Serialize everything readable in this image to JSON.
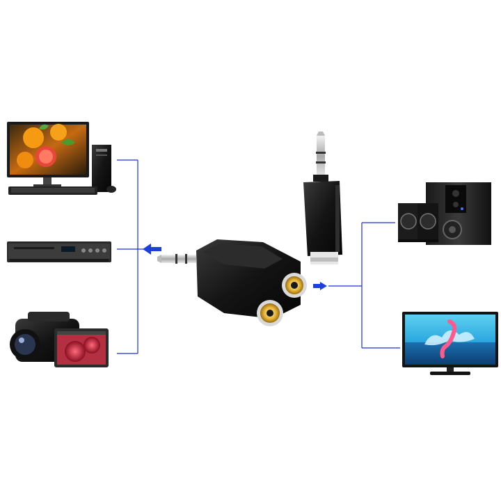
{
  "scene": {
    "description_free": true,
    "connector_color": "#1f2fd6",
    "arrow_color": "#1d3fe0",
    "devices_left": [
      {
        "name": "desktop-computer"
      },
      {
        "name": "dvd-player"
      },
      {
        "name": "camcorder"
      }
    ],
    "devices_right": [
      {
        "name": "speaker-system"
      },
      {
        "name": "flat-tv"
      }
    ],
    "center": [
      {
        "name": "stereo-jack-to-dual-rca-adapter"
      },
      {
        "name": "mono-jack-to-rca-adapter"
      }
    ]
  }
}
